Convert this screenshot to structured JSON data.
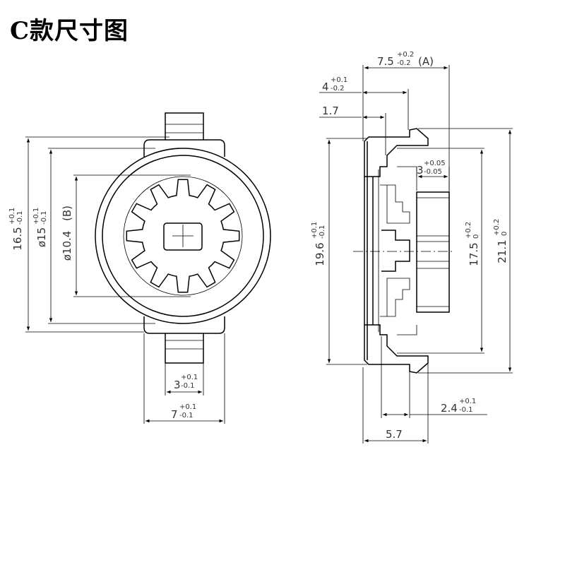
{
  "title": "C款尺寸图",
  "front_view": {
    "d_height": {
      "nominal": "16.5",
      "plus": "+0.1",
      "minus": "-0.1"
    },
    "d_outer": {
      "nominal": "ø15",
      "plus": "+0.1",
      "minus": "-0.1"
    },
    "d_gear": {
      "nominal": "ø10.4",
      "note": "(B)"
    },
    "w_tab": {
      "nominal": "3",
      "plus": "+0.1",
      "minus": "-0.1"
    },
    "w_base": {
      "nominal": "7",
      "plus": "+0.1",
      "minus": "-0.1"
    }
  },
  "side_view": {
    "d_total_depth": {
      "nominal": "7.5",
      "plus": "+0.2",
      "minus": "-0.2",
      "note": "(A)"
    },
    "d_4": {
      "nominal": "4",
      "plus": "+0.1",
      "minus": "-0.2"
    },
    "d_1_7": {
      "nominal": "1.7"
    },
    "d_3": {
      "nominal": "3",
      "plus": "+0.05",
      "minus": "-0.05"
    },
    "d_19_6": {
      "nominal": "19.6",
      "plus": "+0.1",
      "minus": "-0.1"
    },
    "d_17_5": {
      "nominal": "17.5",
      "plus": "+0.2",
      "minus": "0"
    },
    "d_21_1": {
      "nominal": "21.1",
      "plus": "+0.2",
      "minus": "0"
    },
    "d_2_4": {
      "nominal": "2.4",
      "plus": "+0.1",
      "minus": "-0.1"
    },
    "d_5_7": {
      "nominal": "5.7"
    }
  },
  "colors": {
    "line": "#000000",
    "text": "#333333"
  }
}
